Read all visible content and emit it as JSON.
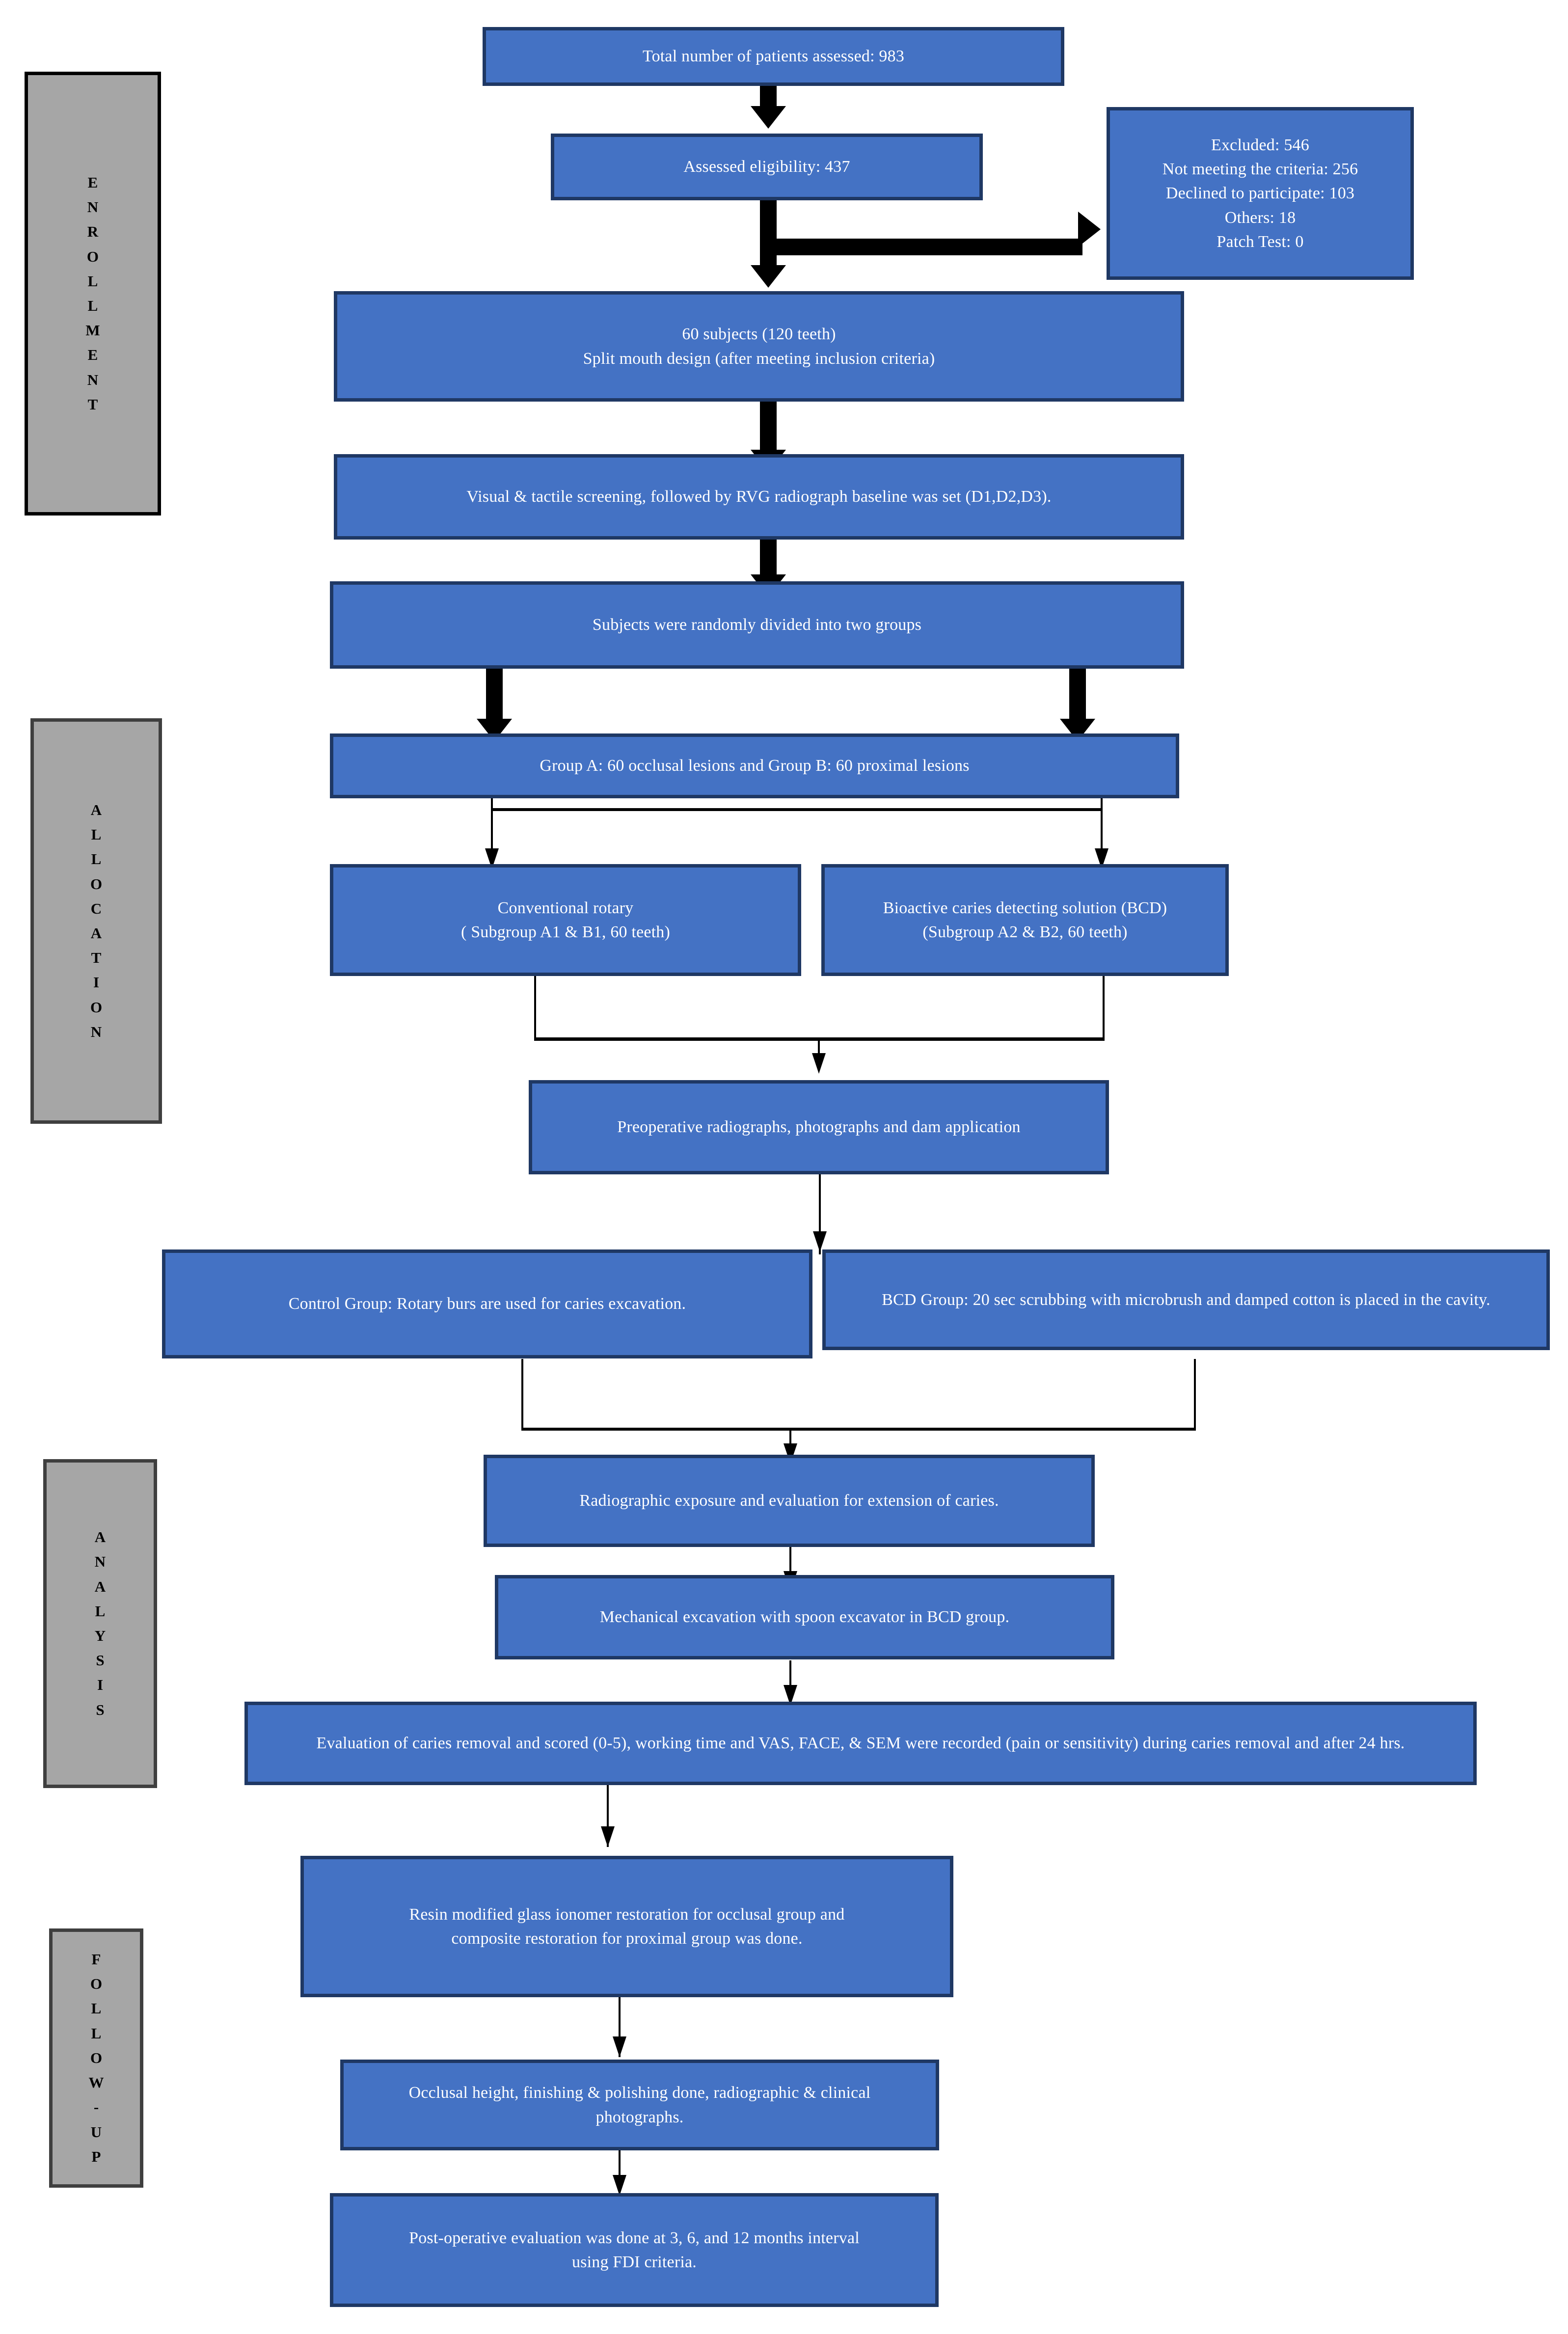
{
  "diagram": {
    "title": "CONSORT-style study flow diagram",
    "colors": {
      "box_fill": "#4472C4",
      "box_border": "#1F3864",
      "box_text": "#FFFFFF",
      "stage_fill": "#A6A6A6",
      "stage_border": "#3F3F3F",
      "connector": "#000000",
      "background": "#FFFFFF"
    }
  },
  "stages": [
    {
      "id": "enrollment",
      "label": "ENROLLMENT",
      "letters": [
        "E",
        "N",
        "R",
        "O",
        "L",
        "L",
        "M",
        "E",
        "N",
        "T"
      ]
    },
    {
      "id": "allocation",
      "label": "ALLOCATION",
      "letters": [
        "A",
        "L",
        "L",
        "O",
        "C",
        "A",
        "T",
        "I",
        "O",
        "N"
      ]
    },
    {
      "id": "analysis",
      "label": "ANALYSIS",
      "letters": [
        "A",
        "N",
        "A",
        "L",
        "Y",
        "S",
        "I",
        "S"
      ]
    },
    {
      "id": "followup",
      "label": "FOLLOW-UP",
      "letters": [
        "F",
        "O",
        "L",
        "L",
        "O",
        "W",
        "-",
        "U",
        "P"
      ]
    }
  ],
  "nodes": {
    "total_assessed": {
      "lines": [
        "Total number of patients assessed: 983"
      ]
    },
    "assessed_eligibility": {
      "lines": [
        "Assessed eligibility: 437"
      ]
    },
    "excluded": {
      "lines": [
        "Excluded: 546",
        "Not meeting the criteria: 256",
        "Declined to participate: 103",
        "Others: 18",
        "Patch Test: 0"
      ]
    },
    "subjects_split": {
      "lines": [
        "60 subjects (120 teeth)",
        "Split mouth design (after meeting inclusion criteria)"
      ]
    },
    "screening": {
      "lines": [
        "Visual & tactile screening, followed by RVG radiograph baseline was set (D1,D2,D3)."
      ]
    },
    "randomized": {
      "lines": [
        "Subjects were randomly divided into two groups"
      ]
    },
    "groups_ab": {
      "lines": [
        "Group A: 60 occlusal lesions and Group B: 60 proximal lesions"
      ]
    },
    "conventional_rotary": {
      "lines": [
        "Conventional rotary",
        "( Subgroup A1 & B1, 60 teeth)"
      ]
    },
    "bcd_solution": {
      "lines": [
        "Bioactive caries detecting solution (BCD)",
        "(Subgroup A2 & B2, 60 teeth)"
      ]
    },
    "preoperative": {
      "lines": [
        "Preoperative radiographs, photographs and dam application"
      ]
    },
    "control_group": {
      "lines": [
        "Control Group: Rotary burs are used for caries excavation."
      ]
    },
    "bcd_group": {
      "lines": [
        "BCD Group: 20 sec scrubbing with microbrush and damped cotton is placed in the cavity."
      ]
    },
    "radiographic_exposure": {
      "lines": [
        "Radiographic exposure and evaluation for extension of caries."
      ]
    },
    "mechanical_excavation": {
      "lines": [
        "Mechanical excavation with spoon excavator in BCD group."
      ]
    },
    "evaluation_scored": {
      "lines": [
        "Evaluation of caries removal and scored (0-5), working time and VAS, FACE, & SEM were recorded (pain or sensitivity) during caries removal and after 24 hrs."
      ]
    },
    "restoration": {
      "lines": [
        "Resin modified glass ionomer restoration for occlusal group and",
        "composite restoration for proximal group was done."
      ]
    },
    "finishing": {
      "lines": [
        "Occlusal height, finishing & polishing done, radiographic & clinical",
        "photographs."
      ]
    },
    "postoperative": {
      "lines": [
        "Post-operative evaluation was done  at 3, 6, and 12  months interval",
        "using FDI criteria."
      ]
    }
  }
}
